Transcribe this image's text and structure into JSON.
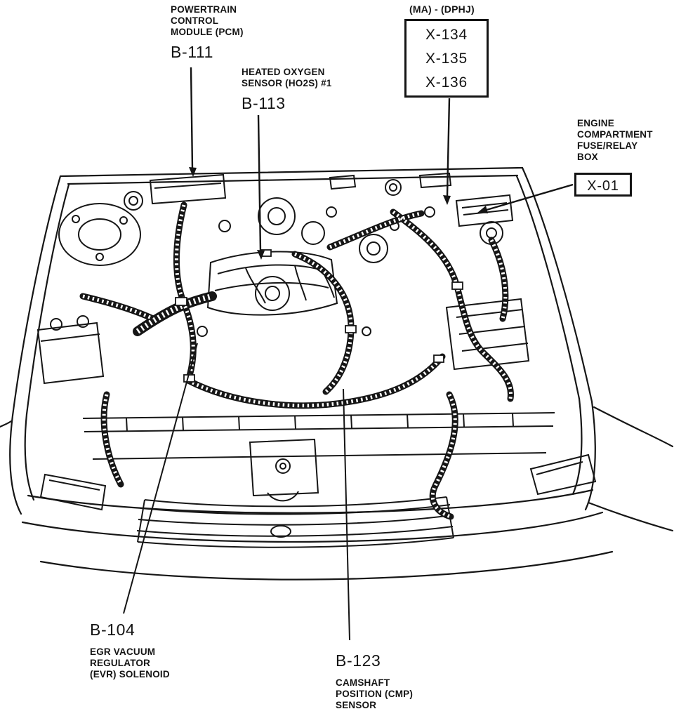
{
  "page": {
    "background": "#ffffff",
    "ink": "#141414"
  },
  "callouts": {
    "pcm": {
      "label_lines": [
        "POWERTRAIN",
        "CONTROL",
        "MODULE (PCM)"
      ],
      "code": "B-111"
    },
    "ho2s": {
      "label_lines": [
        "HEATED OXYGEN",
        "SENSOR (HO2S) #1"
      ],
      "code": "B-113"
    },
    "connectors": {
      "caption": "(MA) - (DPHJ)",
      "codes": [
        "X-134",
        "X-135",
        "X-136"
      ]
    },
    "fuse_relay_box": {
      "label_lines": [
        "ENGINE",
        "COMPARTMENT",
        "FUSE/RELAY",
        "BOX"
      ],
      "code": "X-01"
    },
    "evr_solenoid": {
      "code": "B-104",
      "label_lines": [
        "EGR VACUUM",
        "REGULATOR",
        "(EVR) SOLENOID"
      ]
    },
    "cmp_sensor": {
      "code": "B-123",
      "label_lines": [
        "CAMSHAFT",
        "POSITION (CMP)",
        "SENSOR"
      ]
    }
  }
}
